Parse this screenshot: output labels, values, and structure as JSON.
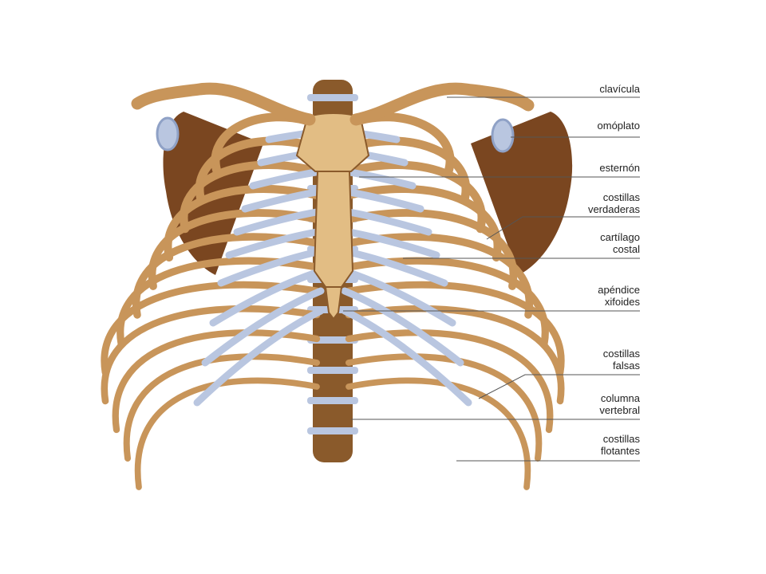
{
  "colors": {
    "bone": "#c8955a",
    "bone_dark": "#8a5a2b",
    "bone_light": "#e2bd84",
    "cartilage": "#b9c6e0",
    "cartilage_dark": "#8fa1c6",
    "scapula": "#7a4620",
    "leader_line": "#555555",
    "text": "#222222"
  },
  "labels": [
    {
      "id": "clavicula",
      "lines": [
        "clavícula"
      ]
    },
    {
      "id": "omoplato",
      "lines": [
        "omóplato"
      ]
    },
    {
      "id": "esternon",
      "lines": [
        "esternón"
      ]
    },
    {
      "id": "costillas-verdaderas",
      "lines": [
        "costillas",
        "verdaderas"
      ]
    },
    {
      "id": "cartilago-costal",
      "lines": [
        "cartílago",
        "costal"
      ]
    },
    {
      "id": "apendice-xifoides",
      "lines": [
        "apéndice",
        "xifoides"
      ]
    },
    {
      "id": "costillas-falsas",
      "lines": [
        "costillas",
        "falsas"
      ]
    },
    {
      "id": "columna-vertebral",
      "lines": [
        "columna",
        "vertebral"
      ]
    },
    {
      "id": "costillas-flotantes",
      "lines": [
        "costillas",
        "flotantes"
      ]
    }
  ]
}
